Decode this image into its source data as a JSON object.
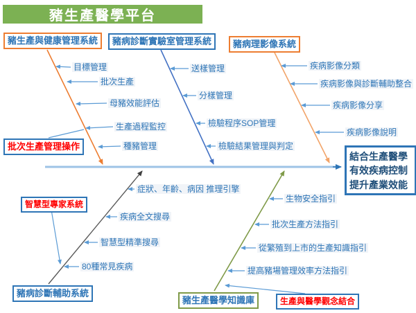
{
  "title": "豬生產醫學平台",
  "colors": {
    "title_bg": "#7cb153",
    "accent_blue": "#2e75b6",
    "accent_orange": "#ed7d31",
    "accent_peach": "#f2a469",
    "accent_olive": "#7f9a48",
    "accent_gray": "#595959",
    "spine_blue": "#9dc3e6",
    "connector_blue": "#5b9bd5",
    "callout_red": "#ff0000"
  },
  "effect": {
    "lines": [
      "結合生產醫學",
      "有效疾病控制",
      "提升產業效能"
    ]
  },
  "branches": {
    "health": {
      "label": "豬生產與健康管理系統",
      "items": [
        "目標管理",
        "批次生產",
        "母豬效能評估",
        "生產過程監控",
        "種豬管理"
      ]
    },
    "lab": {
      "label": "豬病診斷實驗室管理系統",
      "items": [
        "送樣管理",
        "分樣管理",
        "檢驗程序SOP管理",
        "檢驗結果管理與判定"
      ]
    },
    "imaging": {
      "label": "豬病理影像系統",
      "items": [
        "疾病影像分類",
        "疾病影像與診斷輔助整合",
        "疾病影像分享",
        "疾病影像說明"
      ]
    },
    "diagnosis": {
      "label": "豬病診斷輔助系統",
      "items": [
        "症狀、年齡、病因 推理引擎",
        "疾病全文搜尋",
        "智慧型精準搜尋",
        "80種常見疾病"
      ]
    },
    "knowledge": {
      "label": "豬生產醫學知識庫",
      "items": [
        "生物安全指引",
        "批次生產方法指引",
        "從繁殖到上市的生產知識指引",
        "提高豬場管理效率方法指引"
      ]
    }
  },
  "callouts": {
    "batch": "批次生產管理操作",
    "expert": "智慧型專家系統",
    "concept": "生產與醫學觀念結合"
  }
}
